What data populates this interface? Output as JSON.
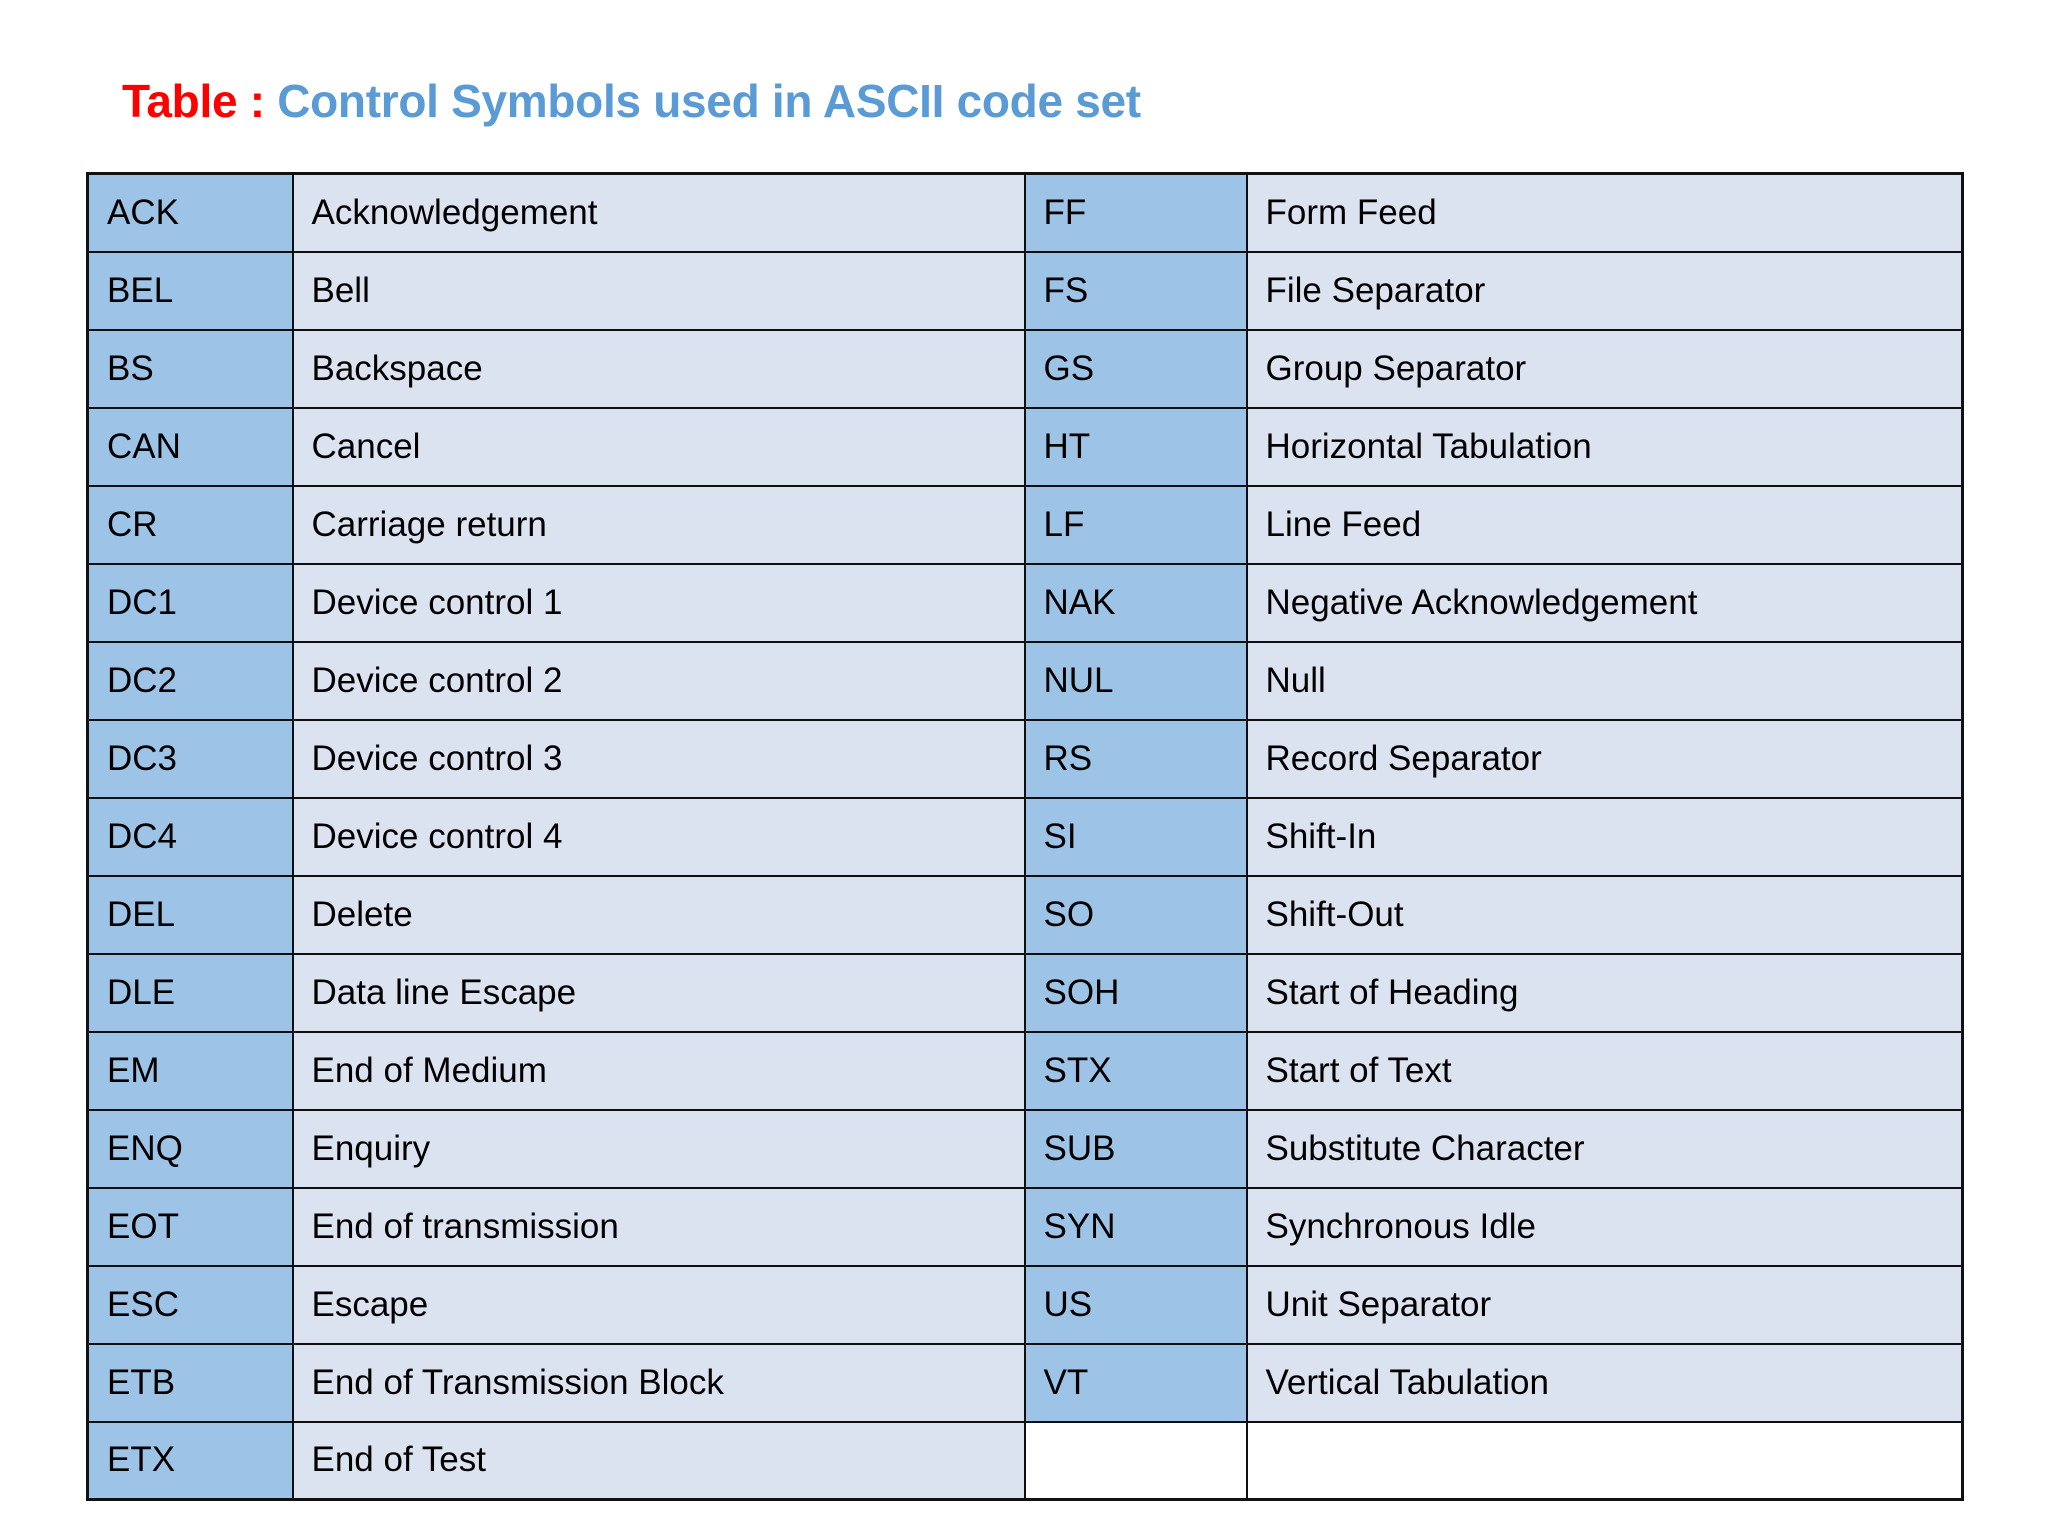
{
  "title": {
    "label": "Table :",
    "main": "Control Symbols used in ASCII code set",
    "label_color": "#ff0000",
    "main_color": "#5b9bd5"
  },
  "colors": {
    "code_cell_background": "#9dc3e6",
    "description_cell_background": "#dce3f0",
    "border": "#0f0f0f",
    "page_background": "#ffffff"
  },
  "table": {
    "row_count": 17,
    "column_count": 4,
    "rows": [
      {
        "left_code": "ACK",
        "left_desc": "Acknowledgement",
        "right_code": "FF",
        "right_desc": "Form Feed"
      },
      {
        "left_code": "BEL",
        "left_desc": "Bell",
        "right_code": "FS",
        "right_desc": "File Separator"
      },
      {
        "left_code": "BS",
        "left_desc": "Backspace",
        "right_code": "GS",
        "right_desc": "Group Separator"
      },
      {
        "left_code": "CAN",
        "left_desc": "Cancel",
        "right_code": "HT",
        "right_desc": "Horizontal Tabulation"
      },
      {
        "left_code": "CR",
        "left_desc": "Carriage return",
        "right_code": "LF",
        "right_desc": "Line Feed"
      },
      {
        "left_code": "DC1",
        "left_desc": "Device control 1",
        "right_code": "NAK",
        "right_desc": "Negative Acknowledgement"
      },
      {
        "left_code": "DC2",
        "left_desc": "Device control  2",
        "right_code": "NUL",
        "right_desc": "Null"
      },
      {
        "left_code": "DC3",
        "left_desc": "Device control  3",
        "right_code": "RS",
        "right_desc": "Record Separator"
      },
      {
        "left_code": "DC4",
        "left_desc": "Device control  4",
        "right_code": "SI",
        "right_desc": "Shift-In"
      },
      {
        "left_code": "DEL",
        "left_desc": "Delete",
        "right_code": "SO",
        "right_desc": "Shift-Out"
      },
      {
        "left_code": "DLE",
        "left_desc": "Data line Escape",
        "right_code": "SOH",
        "right_desc": "Start of Heading"
      },
      {
        "left_code": "EM",
        "left_desc": "End of Medium",
        "right_code": "STX",
        "right_desc": "Start of Text"
      },
      {
        "left_code": "ENQ",
        "left_desc": "Enquiry",
        "right_code": "SUB",
        "right_desc": "Substitute Character"
      },
      {
        "left_code": "EOT",
        "left_desc": "End of transmission",
        "right_code": "SYN",
        "right_desc": "Synchronous Idle"
      },
      {
        "left_code": "ESC",
        "left_desc": "Escape",
        "right_code": "US",
        "right_desc": "Unit Separator"
      },
      {
        "left_code": "ETB",
        "left_desc": "End of Transmission Block",
        "right_code": "VT",
        "right_desc": "Vertical Tabulation"
      },
      {
        "left_code": "ETX",
        "left_desc": "End of Test",
        "right_code": "",
        "right_desc": ""
      }
    ]
  }
}
